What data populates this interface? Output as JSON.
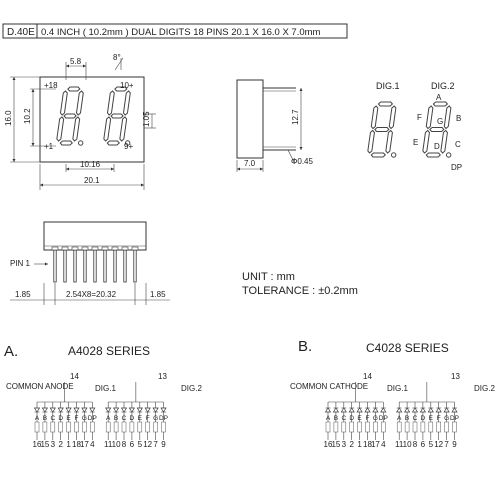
{
  "header": {
    "code": "D.40E",
    "description": "0.4  INCH  ( 10.2mm )  DUAL  DIGITS  18 PINS  20.1 X 16.0 X 7.0mm"
  },
  "front_view": {
    "dim_seg_pitch": "5.8",
    "dim_slant": "8°",
    "dim_height": "16.0",
    "dim_digit_height": "10.2",
    "dim_digit_spacing": "10.16",
    "dim_width": "20.1",
    "dim_dp": "1.05",
    "pin_18": "+18",
    "pin_10": "10+",
    "pin_1": "+1",
    "pin_9": "9+"
  },
  "side_view": {
    "dim_height": "12.7",
    "dim_depth": "7.0",
    "dim_pin": "Φ0.45"
  },
  "segment_diagram": {
    "dig1": "DIG.1",
    "dig2": "DIG.2",
    "labels": [
      "A",
      "F",
      "G",
      "B",
      "E",
      "D",
      "C",
      "DP"
    ]
  },
  "bottom_view": {
    "pin1_label": "PIN 1",
    "dim_left": "1.85",
    "dim_pitch": "2.54X8=20.32",
    "dim_right": "1.85"
  },
  "notes": {
    "unit": "UNIT : mm",
    "tolerance": "TOLERANCE : ±0.2mm"
  },
  "circuits": [
    {
      "letter": "A.",
      "series": "A4028  SERIES",
      "common_label": "COMMON  ANODE",
      "common_pins": [
        "14",
        "13"
      ],
      "digit_labels": [
        "DIG.1",
        "DIG.2"
      ],
      "segments": [
        "A",
        "B",
        "C",
        "D",
        "E",
        "F",
        "G",
        "DP",
        "A",
        "B",
        "C",
        "D",
        "E",
        "F",
        "G",
        "DP"
      ],
      "pins": [
        "16",
        "15",
        "3",
        "2",
        "1",
        "18",
        "17",
        "4",
        "11",
        "10",
        "8",
        "6",
        "5",
        "12",
        "7",
        "9"
      ]
    },
    {
      "letter": "B.",
      "series": "C4028  SERIES",
      "common_label": "COMMON CATHODE",
      "common_pins": [
        "14",
        "13"
      ],
      "digit_labels": [
        "DIG.1",
        "DIG.2"
      ],
      "segments": [
        "A",
        "B",
        "C",
        "D",
        "E",
        "F",
        "G",
        "DP",
        "A",
        "B",
        "C",
        "D",
        "E",
        "F",
        "G",
        "DP"
      ],
      "pins": [
        "16",
        "15",
        "3",
        "2",
        "1",
        "18",
        "17",
        "4",
        "11",
        "10",
        "8",
        "6",
        "5",
        "12",
        "7",
        "9"
      ]
    }
  ]
}
